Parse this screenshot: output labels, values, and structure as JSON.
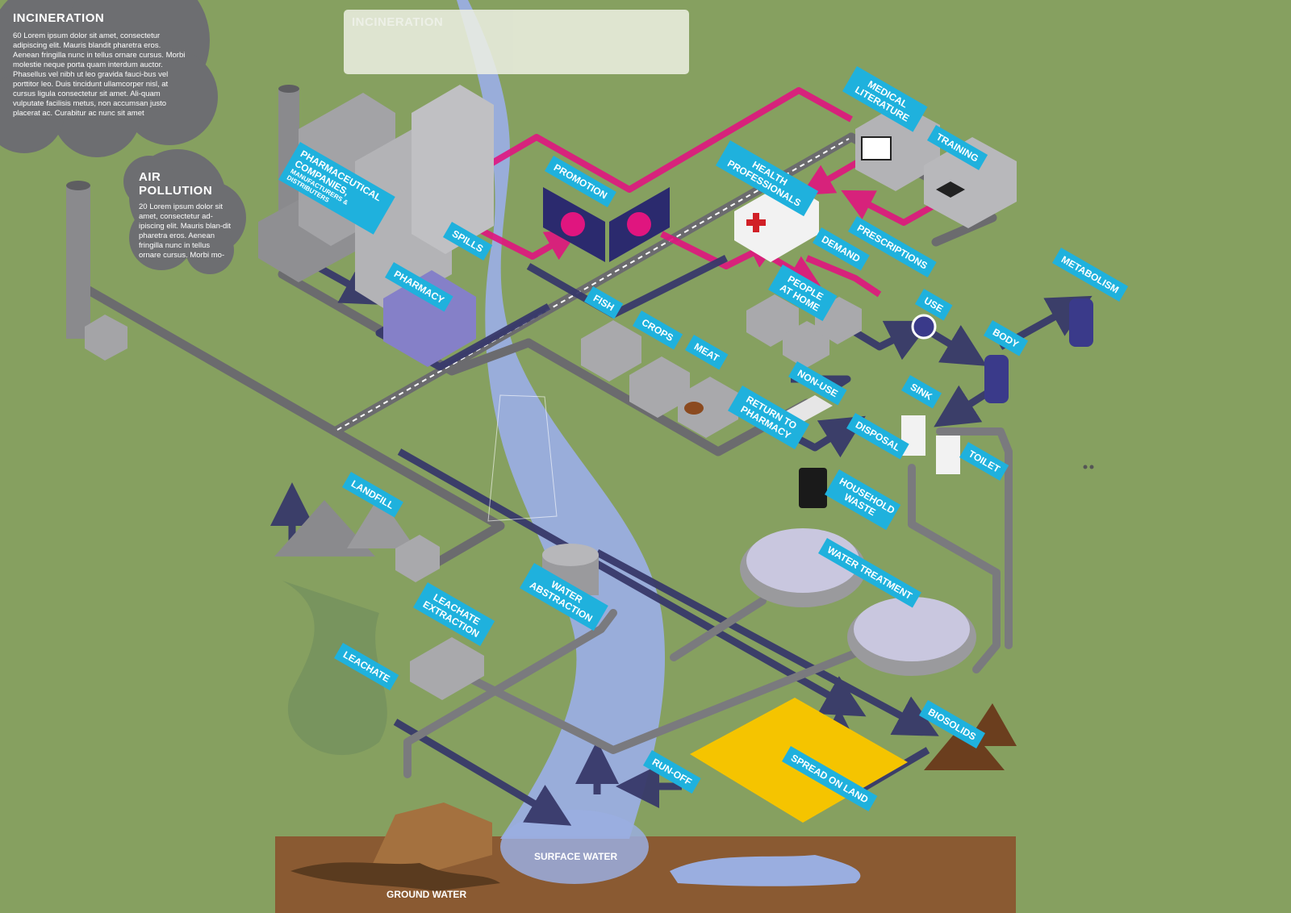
{
  "clouds": {
    "incineration": {
      "title": "INCINERATION",
      "body": "60 Lorem ipsum dolor sit amet, consectetur adipiscing elit. Mauris blandit pharetra eros. Aenean fringilla nunc in tellus ornare cursus. Morbi molestie neque porta quam interdum auctor. Phasellus vel nibh ut leo gravida fauci-bus vel porttitor leo. Duis tincidunt ullamcorper nisl, at cursus ligula consectetur sit amet. Ali-quam vulputate facilisis metus, non accumsan justo placerat ac. Curabitur ac nunc sit amet"
    },
    "air_pollution": {
      "title": "AIR POLLUTION",
      "body": "20 Lorem ipsum dolor sit amet, consectetur ad-ipiscing elit. Mauris blan-dit pharetra eros. Aenean fringilla nunc in tellus ornare cursus. Morbi mo-"
    }
  },
  "top_box": {
    "title": "INCINERATION"
  },
  "labels": {
    "pharma": "PHARMACEUTICAL COMPANIES,",
    "pharma_sub": "MANUFACTURERS & DISTRIBUTERS",
    "promotion": "PROMOTION",
    "medical_literature": "MEDICAL LITERATURE",
    "training": "TRAINING",
    "health_professionals": "HEALTH PROFESSIONALS",
    "spills": "SPILLS",
    "pharmacy": "PHARMACY",
    "demand": "DEMAND",
    "prescriptions": "PRESCRIPTIONS",
    "people_at_home": "PEOPLE AT HOME",
    "use": "USE",
    "body": "BODY",
    "metabolism": "METABOLISM",
    "fish": "FISH",
    "crops": "CROPS",
    "meat": "MEAT",
    "non_use": "NON-USE",
    "return_to_pharmacy": "RETURN TO PHARMACY",
    "sink": "SINK",
    "disposal": "DISPOSAL",
    "toilet": "TOILET",
    "household_waste": "HOUSEHOLD WASTE",
    "landfill": "LANDFILL",
    "water_treatment": "WATER TREATMENT",
    "water_abstraction": "WATER ABSTRACTION",
    "leachate_extraction": "LEACHATE EXTRACTION",
    "leachate": "LEACHATE",
    "biosolids": "BIOSOLIDS",
    "run_off": "RUN-OFF",
    "spread_on_land": "SPREAD ON LAND",
    "surface_water": "SURFACE WATER",
    "ground_water": "GROUND WATER"
  },
  "colors": {
    "background": "#86a060",
    "label": "#1fb1dd",
    "pink_flow": "#e0157f",
    "navy_flow": "#38396a",
    "river": "#9aaee0",
    "road": "#6b6b6e",
    "ground": "#8a5a32",
    "field": "#f5c400",
    "cloud": "#6d6e71"
  }
}
